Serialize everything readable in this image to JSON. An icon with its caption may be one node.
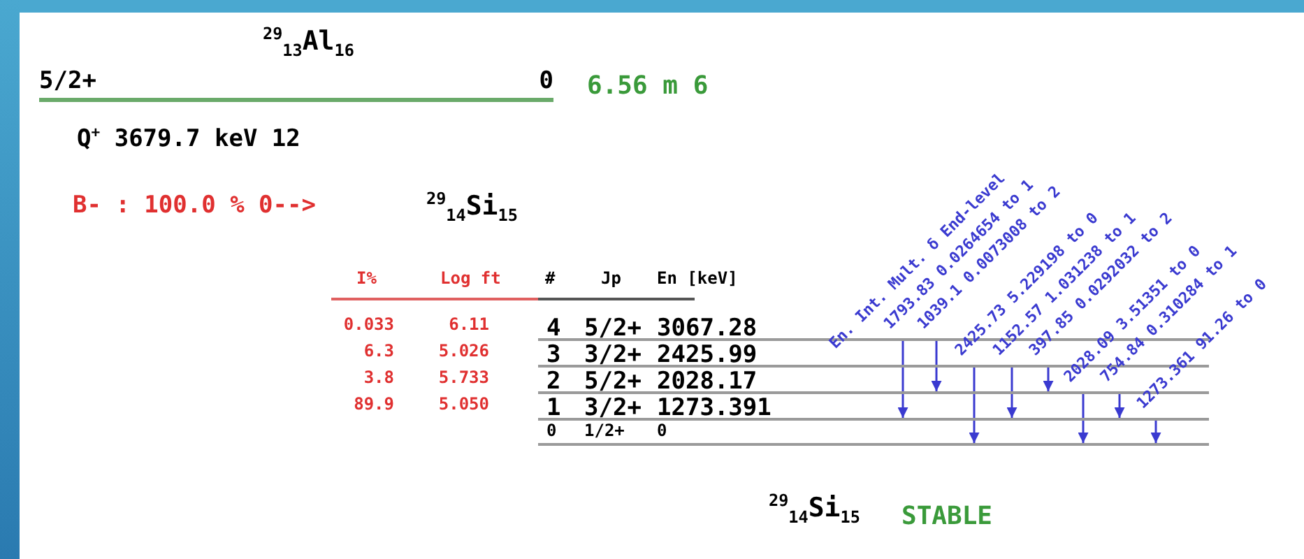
{
  "diagram": {
    "nodes": [
      {
        "text": [
          "5/2+",
          "0"
        ],
        "beside": [
          "6.56 m 6"
        ]
      },
      {
        "text": [],
        "shape": "bar"
      },
      {
        "text": [],
        "shape": "bar"
      },
      {
        "text": [],
        "shape": "bar"
      },
      {
        "text": [],
        "shape": "bar"
      },
      {
        "text": [],
        "shape": "bar"
      }
    ],
    "edges": [
      {
        "from": 1,
        "to": 4,
        "arrow": "to",
        "label": "1793.83 0.0264654 to 1"
      },
      {
        "from": 1,
        "to": 3,
        "arrow": "to",
        "label": "1039.1 0.0073008 to 2"
      },
      {
        "from": 2,
        "to": 5,
        "arrow": "to",
        "label": "2425.73 5.229198 to 0"
      },
      {
        "from": 2,
        "to": 4,
        "arrow": "to",
        "label": "1152.57 1.031238 to 1"
      },
      {
        "from": 2,
        "to": 3,
        "arrow": "to",
        "label": "397.85 0.0292032 to 2"
      },
      {
        "from": 3,
        "to": 5,
        "arrow": "to",
        "label": "2028.09 3.51351 to 0"
      },
      {
        "from": 3,
        "to": 4,
        "arrow": "to",
        "label": "754.84 0.310284 to 1"
      },
      {
        "from": 4,
        "to": 5,
        "arrow": "to",
        "label": "1273.361 91.26 to 0"
      }
    ],
    "labels": [
      "$^{29}$$_{13}$Al$_{16}$",
      "Q$^{+}$ 3679.7 keV 12",
      "B- : 100.0 % 0-->",
      "$^{29}$$_{14}$Si$_{15}$",
      "I%",
      "Log ft",
      "#",
      "Jp",
      "En [keV]",
      "0.033",
      "6.11",
      "4",
      "5/2+",
      "3067.28",
      "6.3",
      "5.026",
      "3",
      "3/2+",
      "2425.99",
      "3.8",
      "5.733",
      "2",
      "5/2+",
      "2028.17",
      "89.9",
      "5.050",
      "1",
      "3/2+",
      "1273.391",
      "0",
      "1/2+",
      "0",
      "En. Int. Mult. δ End-level",
      "$^{29}$$_{14}$Si$_{15}$",
      "STABLE"
    ]
  }
}
